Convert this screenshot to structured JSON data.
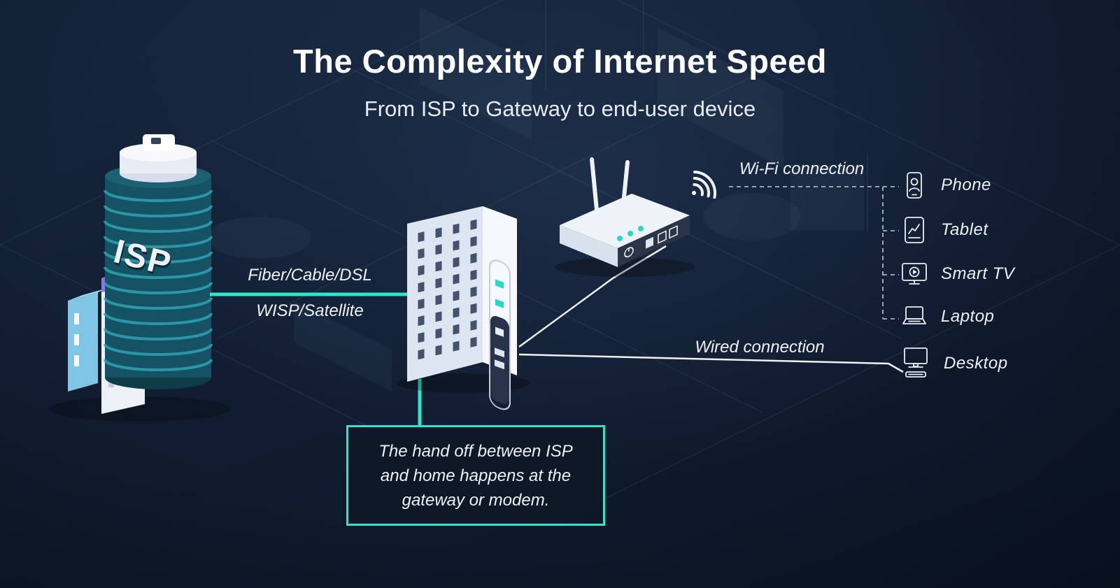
{
  "title": "The Complexity of Internet Speed",
  "subtitle": "From ISP to Gateway to end-user device",
  "isp_label": "ISP",
  "labels": {
    "fiber": "Fiber/Cable/DSL",
    "wisp": "WISP/Satellite",
    "wifi": "Wi-Fi connection",
    "wired": "Wired connection"
  },
  "devices": [
    {
      "id": "phone",
      "label": "Phone"
    },
    {
      "id": "tablet",
      "label": "Tablet"
    },
    {
      "id": "smart-tv",
      "label": "Smart TV"
    },
    {
      "id": "laptop",
      "label": "Laptop"
    },
    {
      "id": "desktop",
      "label": "Desktop"
    }
  ],
  "callout": {
    "lines": [
      "The hand off between ISP",
      "and home happens at the",
      "gateway or modem."
    ]
  },
  "colors": {
    "background": "#111d31",
    "accent_teal": "#2ee6c9",
    "text": "#ffffff",
    "isp_tower": "#155263",
    "isp_stripe": "#2fa3b5",
    "purple_accent": "#9a6cf0",
    "light_blue_building": "#7fc6e6",
    "device_panel_dark": "#2b3547"
  }
}
